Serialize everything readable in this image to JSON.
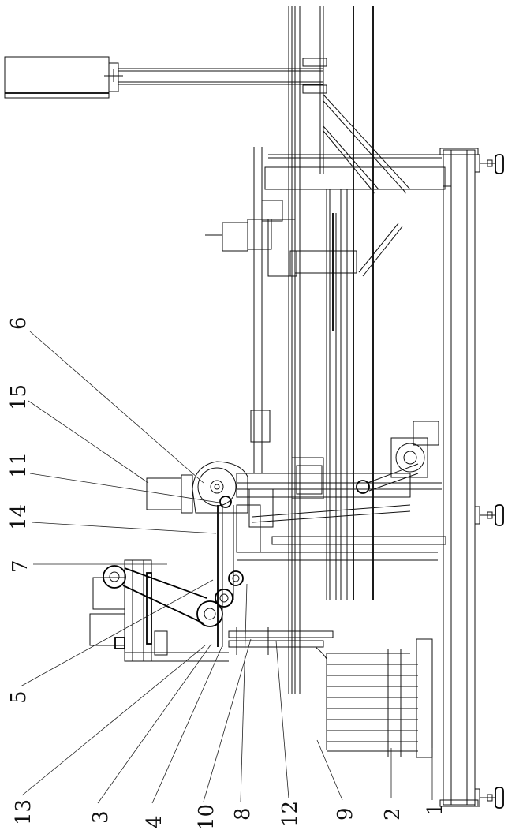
{
  "figure": {
    "kind": "mechanical-assembly-drawing",
    "orientation": "rotated-90-ccw",
    "line_color": "#111111",
    "background": "#ffffff"
  },
  "labels": [
    {
      "id": "1",
      "text": "1"
    },
    {
      "id": "2",
      "text": "2"
    },
    {
      "id": "3",
      "text": "3"
    },
    {
      "id": "4",
      "text": "4"
    },
    {
      "id": "5",
      "text": "5"
    },
    {
      "id": "6",
      "text": "6"
    },
    {
      "id": "7",
      "text": "7"
    },
    {
      "id": "8",
      "text": "8"
    },
    {
      "id": "9",
      "text": "9"
    },
    {
      "id": "10",
      "text": "10"
    },
    {
      "id": "11",
      "text": "11"
    },
    {
      "id": "12",
      "text": "12"
    },
    {
      "id": "13",
      "text": "13"
    },
    {
      "id": "14",
      "text": "14"
    },
    {
      "id": "15",
      "text": "15"
    }
  ]
}
